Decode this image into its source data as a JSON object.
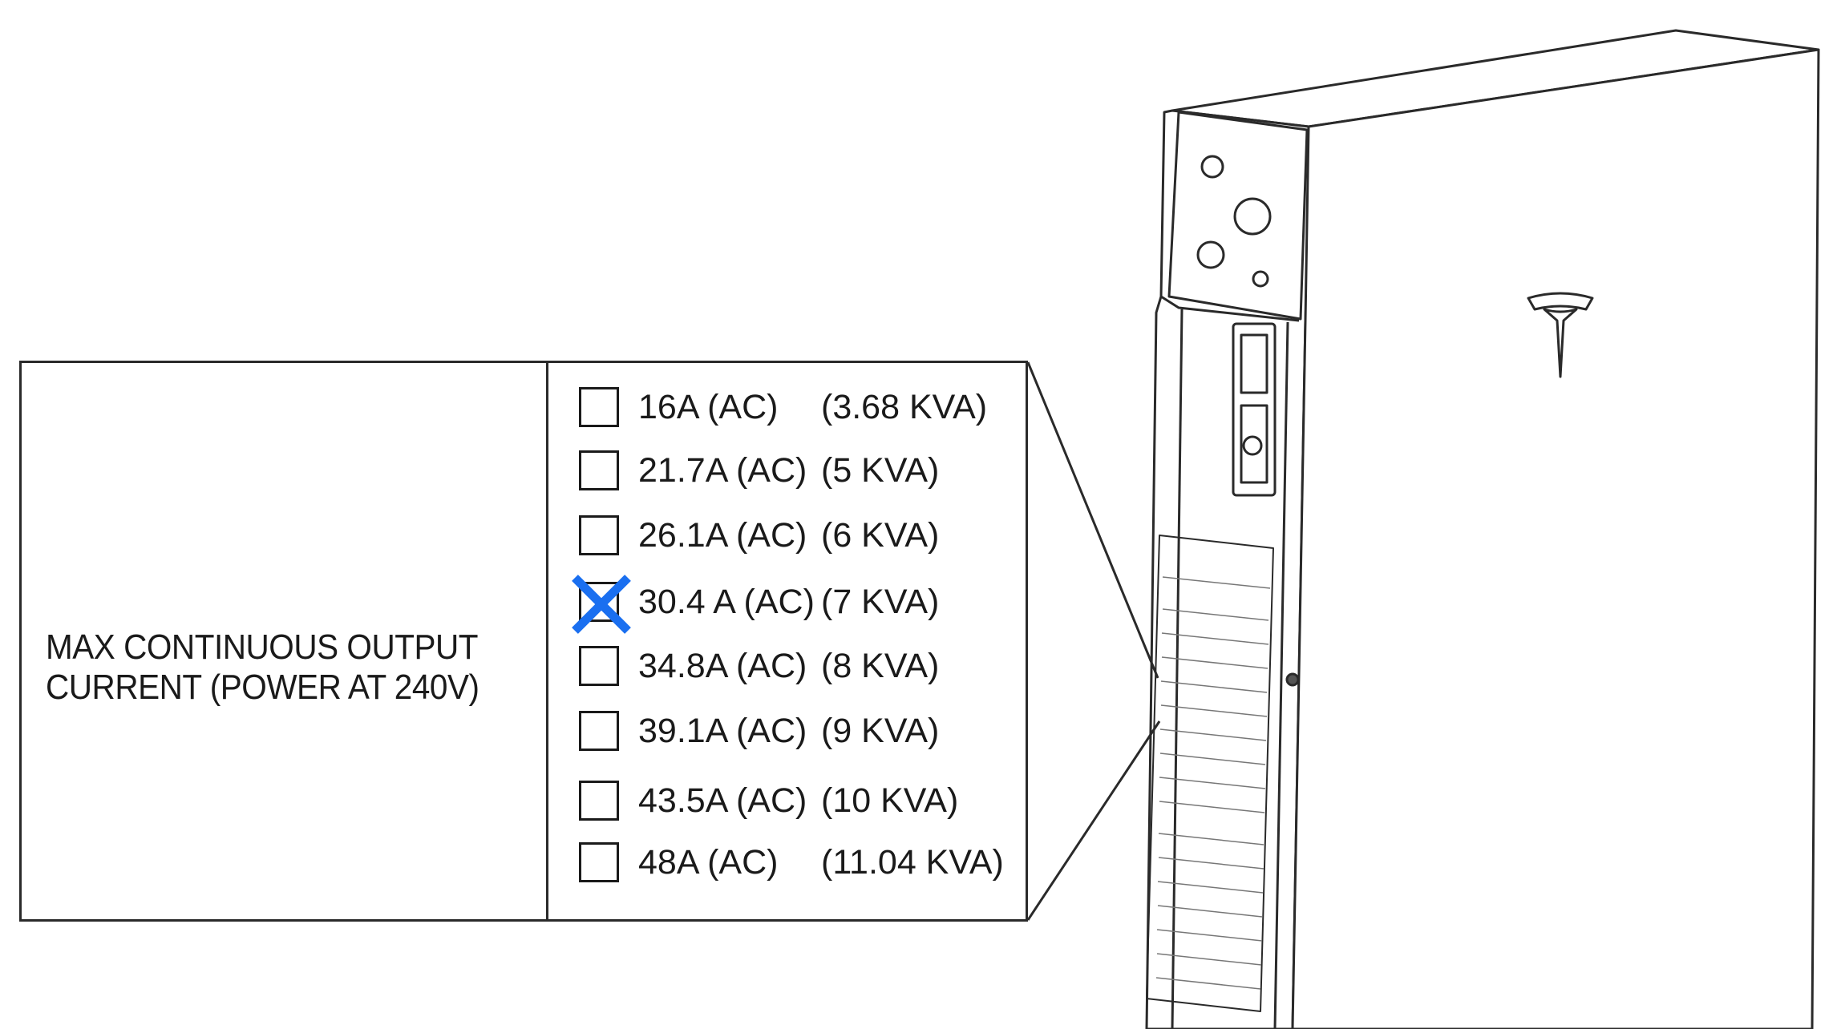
{
  "field": {
    "label_line1": "MAX CONTINUOUS OUTPUT",
    "label_line2": "CURRENT (POWER AT 240V)"
  },
  "options": [
    {
      "current": "16A (AC)",
      "power": "(3.68 KVA)",
      "checked": false
    },
    {
      "current": "21.7A (AC)",
      "power": "(5 KVA)",
      "checked": false
    },
    {
      "current": "26.1A (AC)",
      "power": "(6 KVA)",
      "checked": false
    },
    {
      "current": "30.4 A (AC)",
      "power": "(7 KVA)",
      "checked": true
    },
    {
      "current": "34.8A (AC)",
      "power": "(8 KVA)",
      "checked": false
    },
    {
      "current": "39.1A (AC)",
      "power": "(9 KVA)",
      "checked": false
    },
    {
      "current": "43.5A (AC)",
      "power": "(10 KVA)",
      "checked": false
    },
    {
      "current": "48A (AC)",
      "power": "(11.04 KVA)",
      "checked": false
    }
  ],
  "colors": {
    "line": "#2a2a2a",
    "check_mark": "#1a6ff0"
  },
  "icons": {
    "product": "tesla-powerwall-illustration",
    "logo": "tesla-logo-icon"
  }
}
